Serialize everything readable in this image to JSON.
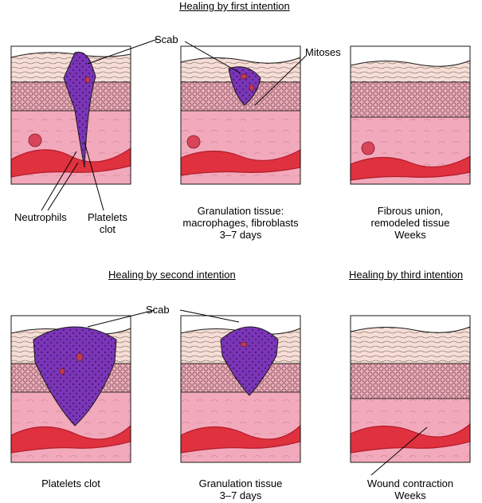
{
  "sections": {
    "first": "Healing by first intention",
    "second": "Healing by second intention",
    "third": "Healing by third intention"
  },
  "callouts": {
    "scab_top": "Scab",
    "mitoses": "Mitoses",
    "neutrophils": "Neutrophils",
    "platelets_clot_top": [
      "Platelets",
      "clot"
    ],
    "scab_bottom": "Scab",
    "wound_contraction": "Wound contraction"
  },
  "captions": {
    "first_mid": [
      "Granulation tissue:",
      "macrophages, fibroblasts",
      "3–7 days"
    ],
    "first_right": [
      "Fibrous union,",
      "remodeled tissue",
      "Weeks"
    ],
    "second_left": [
      "Platelets clot"
    ],
    "second_mid": [
      "Granulation tissue",
      "3–7 days"
    ],
    "third_right_weeks": "Weeks"
  },
  "colors": {
    "skin_top": "#f6ded6",
    "epidermis": "#e8aeb8",
    "dermis": "#f2a9bb",
    "vessel": "#e0313f",
    "vessel_wall": "#b01e2c",
    "scab": "#7b35b8",
    "outline": "#1a1a1a"
  },
  "icons": [
    "tissue-block-illustration",
    "scab-icon",
    "blood-vessel-icon"
  ]
}
